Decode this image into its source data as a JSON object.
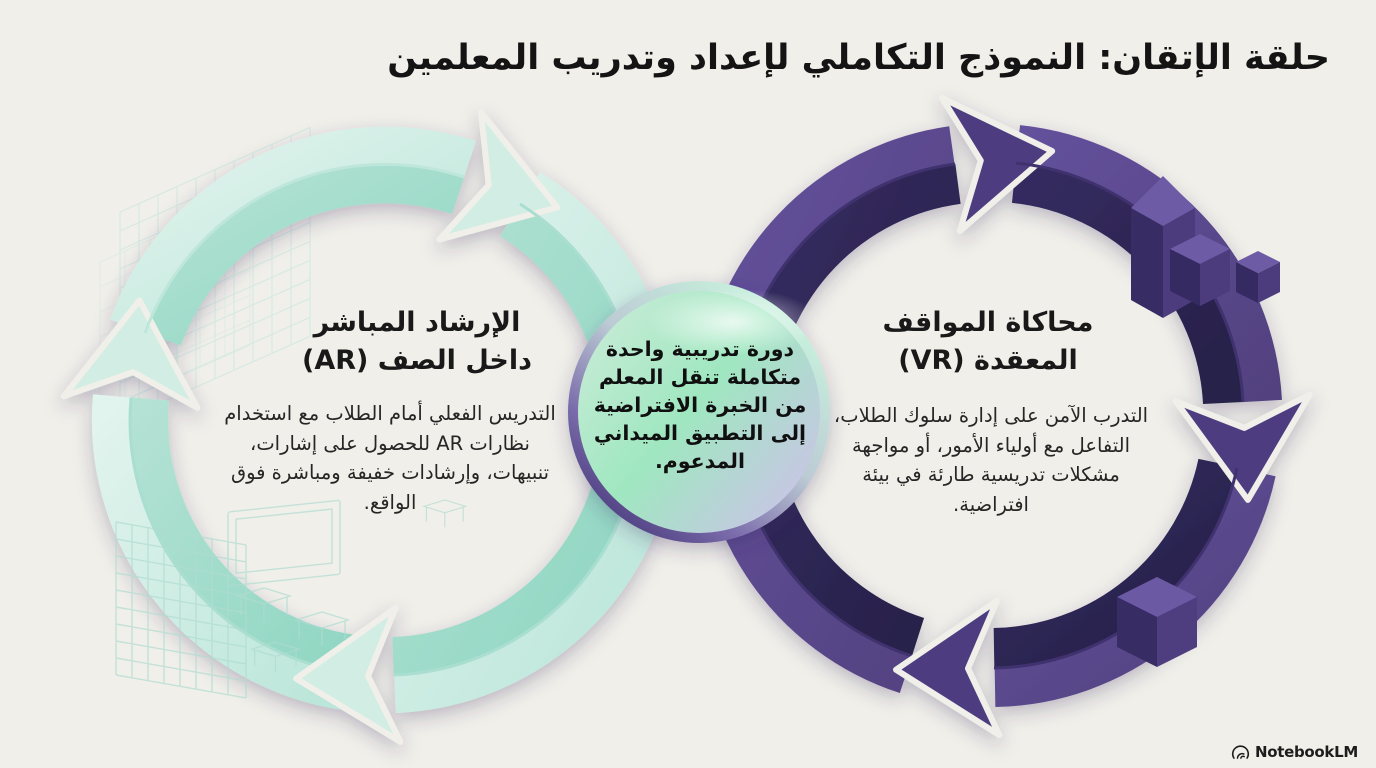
{
  "title": "حلقة الإتقان: النموذج التكاملي لإعداد وتدريب المعلمين",
  "left_loop": {
    "heading_lines": [
      "الإرشاد المباشر",
      "داخل الصف (AR)"
    ],
    "body": "التدريس الفعلي أمام الطلاب مع استخدام نظارات AR للحصول على إشارات، تنبيهات، وإرشادات خفيفة ومباشرة فوق الواقع."
  },
  "right_loop": {
    "heading_lines": [
      "محاكاة المواقف",
      "المعقدة (VR)"
    ],
    "body": "التدرب الآمن على إدارة سلوك الطلاب، التفاعل مع أولياء الأمور، أو مواجهة مشكلات تدريسية طارئة في بيئة افتراضية."
  },
  "center": {
    "body": "دورة تدريبية واحدة متكاملة تنقل المعلم من الخبرة الافتراضية إلى التطبيق الميداني المدعوم."
  },
  "watermark": "NotebookLM",
  "colors": {
    "background": "#f0efe9",
    "teal_outer_band": "#cdeae1",
    "teal_inner_band": "#9edccb",
    "purple_outer_band": "#5b4990",
    "purple_inner_band": "#2e2754",
    "center_mint": "#9fe7c0",
    "center_lavender": "#c9c5e6",
    "text": "#1b1b1b"
  }
}
